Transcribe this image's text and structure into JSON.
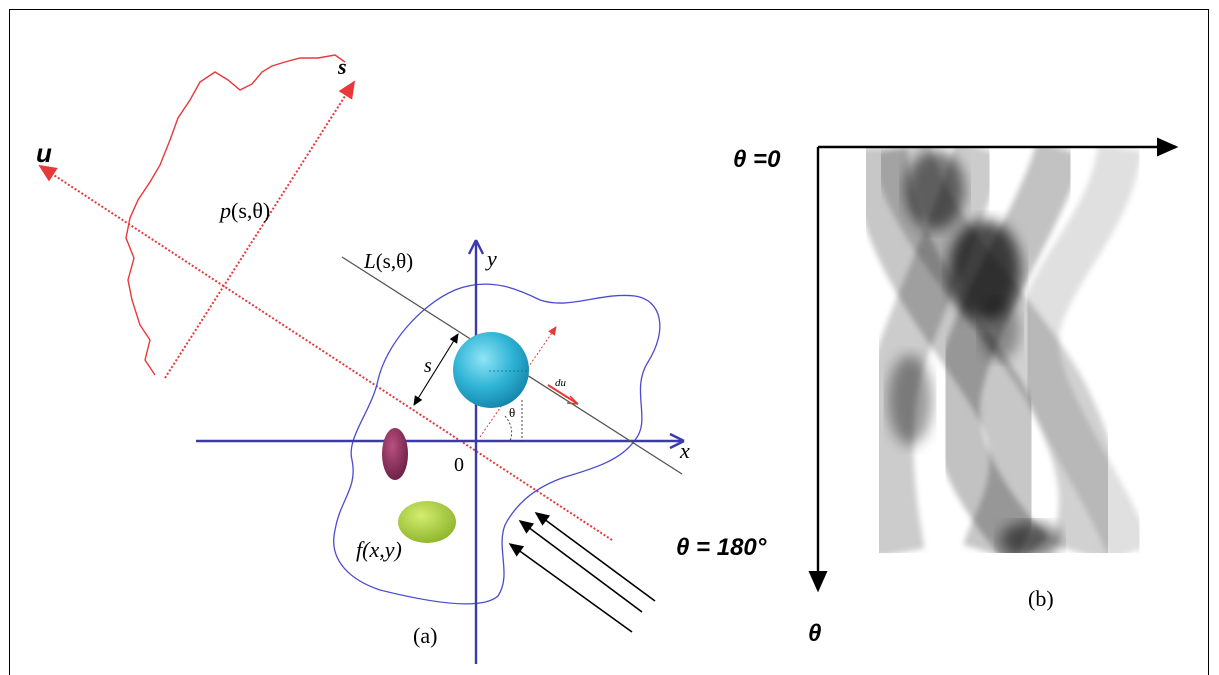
{
  "panel_a": {
    "axis_u_label": "u",
    "axis_s_label": "s",
    "projection_label_p": "p",
    "projection_label_args": "(s,θ)",
    "line_label_L": "L",
    "line_label_args": "(s,θ)",
    "y_axis_label": "y",
    "x_axis_label": "x",
    "origin_label": "0",
    "distance_label": "s",
    "du_label": "du",
    "angle_label": "θ",
    "object_label": "f(x,y)",
    "caption": "(a)"
  },
  "panel_b": {
    "top_label": "θ =0",
    "bottom_label": "θ = 180°",
    "axis_label": "θ",
    "caption": "(b)"
  },
  "colors": {
    "red": "#e8383a",
    "blue": "#3a3aa8",
    "sphere": "#2fb4d6",
    "maroon_ellipse": "#8a2d5a",
    "green_ellipse": "#a7cc38"
  }
}
